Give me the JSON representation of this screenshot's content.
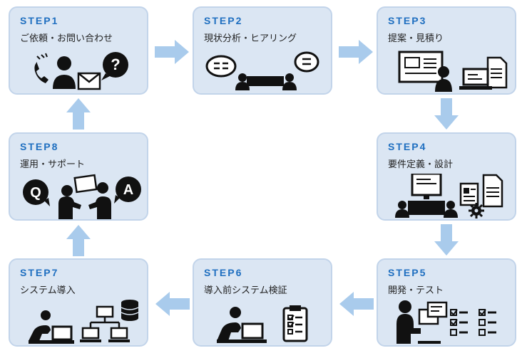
{
  "steps": [
    {
      "no": "STEP1",
      "title": "ご依頼・お問い合わせ"
    },
    {
      "no": "STEP2",
      "title": "現状分析・ヒアリング"
    },
    {
      "no": "STEP3",
      "title": "提案・見積り"
    },
    {
      "no": "STEP4",
      "title": "要件定義・設計"
    },
    {
      "no": "STEP5",
      "title": "開発・テスト"
    },
    {
      "no": "STEP6",
      "title": "導入前システム検証"
    },
    {
      "no": "STEP7",
      "title": "システム導入"
    },
    {
      "no": "STEP8",
      "title": "運用・サポート"
    }
  ],
  "bubbles": {
    "question": "?",
    "equals": "=",
    "q": "Q",
    "a": "A"
  },
  "colors": {
    "card_bg": "#dbe6f3",
    "card_border": "#c2d4ea",
    "step_blue": "#1f6fc0",
    "arrow": "#a9cbec",
    "icon": "#111111"
  }
}
